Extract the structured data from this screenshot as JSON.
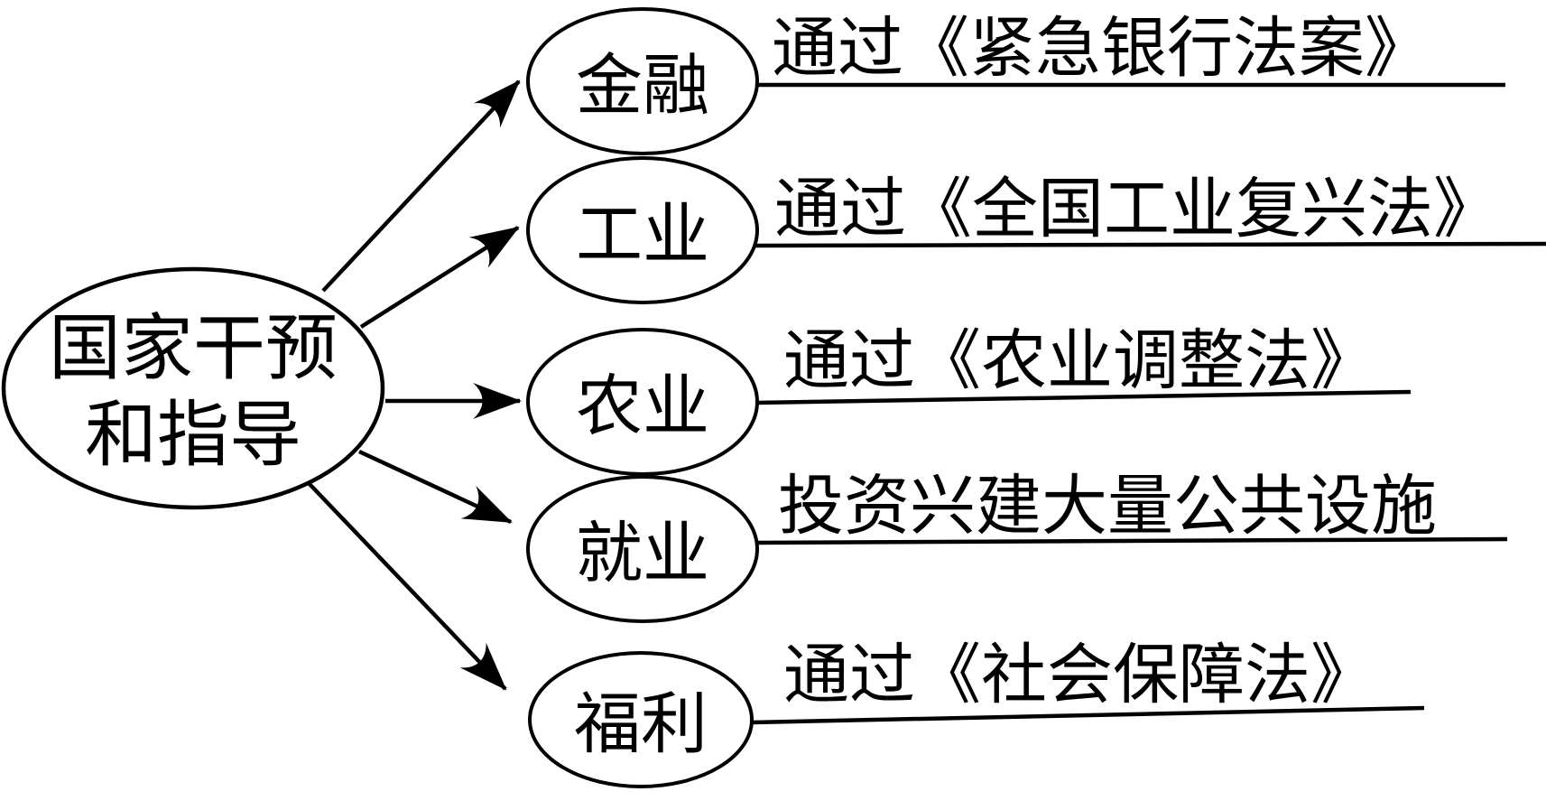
{
  "diagram": {
    "title_hint": "国家干预和指导 (New Deal measures flowchart)",
    "root": {
      "label_line1": "国家干预",
      "label_line2": "和指导"
    },
    "branches": [
      {
        "node": "金融",
        "outcome": "通过《紧急银行法案》"
      },
      {
        "node": "工业",
        "outcome": "通过《全国工业复兴法》"
      },
      {
        "node": "农业",
        "outcome": "通过《农业调整法》"
      },
      {
        "node": "就业",
        "outcome": "投资兴建大量公共设施"
      },
      {
        "node": "福利",
        "outcome": "通过《社会保障法》"
      }
    ],
    "colors": {
      "ink": "#000000",
      "background": "#ffffff"
    }
  }
}
